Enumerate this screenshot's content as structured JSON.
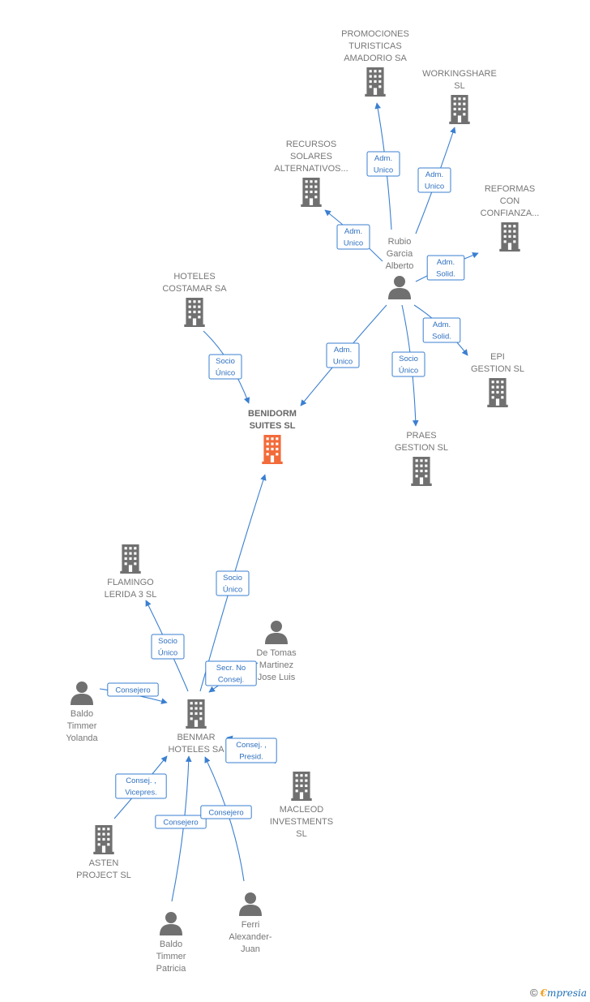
{
  "colors": {
    "edge": "#3a7fd0",
    "node": "#707070",
    "focus": "#f26b3a",
    "label": "#777777"
  },
  "nodes": [
    {
      "id": "promociones",
      "type": "company",
      "label": [
        "PROMOCIONES",
        "TURISTICAS",
        "AMADORIO SA"
      ]
    },
    {
      "id": "workingshare",
      "type": "company",
      "label": [
        "WORKINGSHARE",
        "SL"
      ]
    },
    {
      "id": "recursos",
      "type": "company",
      "label": [
        "RECURSOS",
        "SOLARES",
        "ALTERNATIVOS..."
      ]
    },
    {
      "id": "reformas",
      "type": "company",
      "label": [
        "REFORMAS",
        "CON",
        "CONFIANZA..."
      ]
    },
    {
      "id": "rubio",
      "type": "person",
      "label": [
        "Rubio",
        "Garcia",
        "Alberto"
      ]
    },
    {
      "id": "hoteles_costamar",
      "type": "company",
      "label": [
        "HOTELES",
        "COSTAMAR SA"
      ]
    },
    {
      "id": "epi",
      "type": "company",
      "label": [
        "EPI",
        "GESTION SL"
      ]
    },
    {
      "id": "benidorm",
      "type": "focus",
      "label": [
        "BENIDORM",
        "SUITES  SL"
      ]
    },
    {
      "id": "praes",
      "type": "company",
      "label": [
        "PRAES",
        "GESTION  SL"
      ]
    },
    {
      "id": "flamingo",
      "type": "company",
      "label": [
        "FLAMINGO",
        "LERIDA 3  SL"
      ]
    },
    {
      "id": "detomas",
      "type": "person",
      "label": [
        "De Tomas",
        "Martinez",
        "Jose Luis"
      ]
    },
    {
      "id": "baldo_yolanda",
      "type": "person",
      "label": [
        "Baldo",
        "Timmer",
        "Yolanda"
      ]
    },
    {
      "id": "benmar",
      "type": "company",
      "label": [
        "BENMAR",
        "HOTELES SA"
      ]
    },
    {
      "id": "macleod",
      "type": "company",
      "label": [
        "MACLEOD",
        "INVESTMENTS",
        "SL"
      ]
    },
    {
      "id": "asten",
      "type": "company",
      "label": [
        "ASTEN",
        "PROJECT  SL"
      ]
    },
    {
      "id": "baldo_patricia",
      "type": "person",
      "label": [
        "Baldo",
        "Timmer",
        "Patricia"
      ]
    },
    {
      "id": "ferri",
      "type": "person",
      "label": [
        "Ferri",
        "Alexander-",
        "Juan"
      ]
    }
  ],
  "edges": [
    {
      "from": "rubio",
      "to": "promociones",
      "label": [
        "Adm.",
        "Unico"
      ]
    },
    {
      "from": "rubio",
      "to": "workingshare",
      "label": [
        "Adm.",
        "Unico"
      ]
    },
    {
      "from": "rubio",
      "to": "recursos",
      "label": [
        "Adm.",
        "Unico"
      ]
    },
    {
      "from": "rubio",
      "to": "reformas",
      "label": [
        "Adm.",
        "Solid."
      ]
    },
    {
      "from": "rubio",
      "to": "epi",
      "label": [
        "Adm.",
        "Solid."
      ]
    },
    {
      "from": "rubio",
      "to": "benidorm",
      "label": [
        "Adm.",
        "Unico"
      ]
    },
    {
      "from": "rubio",
      "to": "praes",
      "label": [
        "Socio",
        "Único"
      ]
    },
    {
      "from": "hoteles_costamar",
      "to": "benidorm",
      "label": [
        "Socio",
        "Único"
      ]
    },
    {
      "from": "benmar",
      "to": "benidorm",
      "label": [
        "Socio",
        "Único"
      ]
    },
    {
      "from": "benmar",
      "to": "flamingo",
      "label": [
        "Socio",
        "Único"
      ]
    },
    {
      "from": "detomas",
      "to": "benmar",
      "label": [
        "Secr.  No",
        "Consej."
      ]
    },
    {
      "from": "baldo_yolanda",
      "to": "benmar",
      "label": [
        "Consejero"
      ]
    },
    {
      "from": "macleod",
      "to": "benmar",
      "label": [
        "Consej. ,",
        "Presid."
      ]
    },
    {
      "from": "asten",
      "to": "benmar",
      "label": [
        "Consej. ,",
        "Vicepres."
      ]
    },
    {
      "from": "baldo_patricia",
      "to": "benmar",
      "label": [
        "Consejero"
      ]
    },
    {
      "from": "ferri",
      "to": "benmar",
      "label": [
        "Consejero"
      ]
    }
  ],
  "brand": {
    "copyright": "©",
    "name_first": "€",
    "name_rest": "mpresia"
  }
}
